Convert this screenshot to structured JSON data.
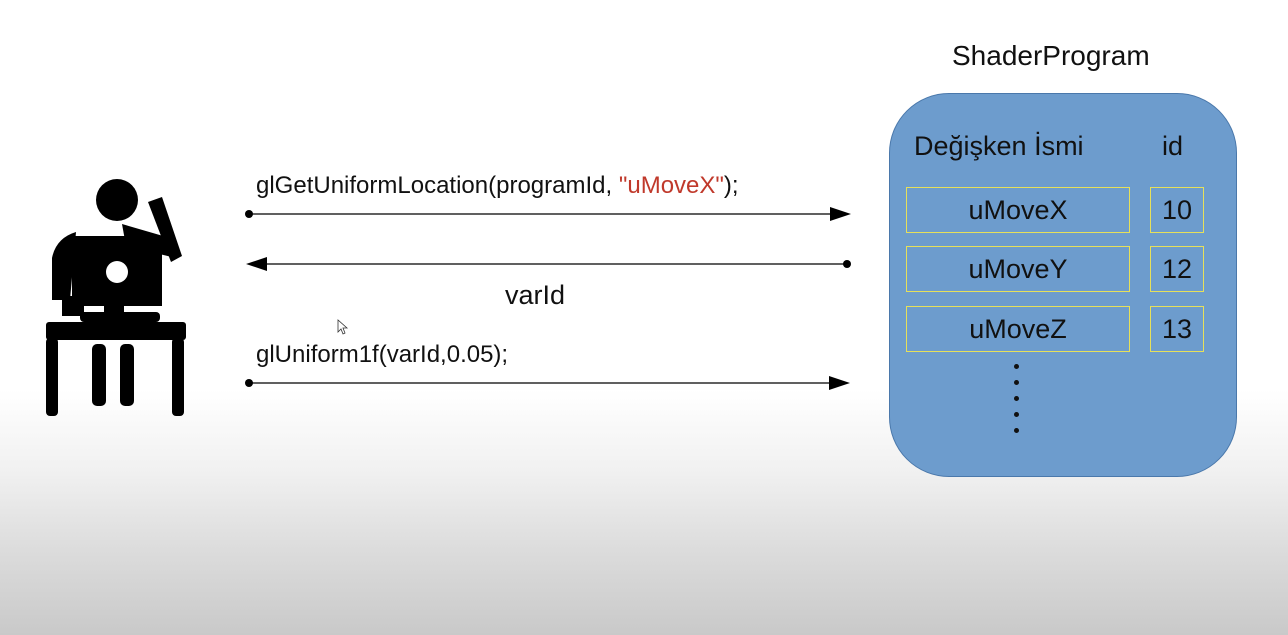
{
  "calls": {
    "get_location_prefix": "glGetUniformLocation(programId, ",
    "get_location_string": "\"uMoveX\"",
    "get_location_suffix": ");",
    "return_value": "varId",
    "uniform_call": "glUniform1f(varId,0.05);"
  },
  "shader_program": {
    "title": "ShaderProgram",
    "header_name": "Değişken İsmi",
    "header_id": "id",
    "rows": [
      {
        "name": "uMoveX",
        "id": "10"
      },
      {
        "name": "uMoveY",
        "id": "12"
      },
      {
        "name": "uMoveZ",
        "id": "13"
      }
    ]
  },
  "colors": {
    "string_literal": "#c0392b",
    "shader_fill": "#6d9ccd",
    "cell_border": "#e6e05a"
  },
  "icons": [
    "person-at-computer-icon",
    "cursor-icon"
  ]
}
